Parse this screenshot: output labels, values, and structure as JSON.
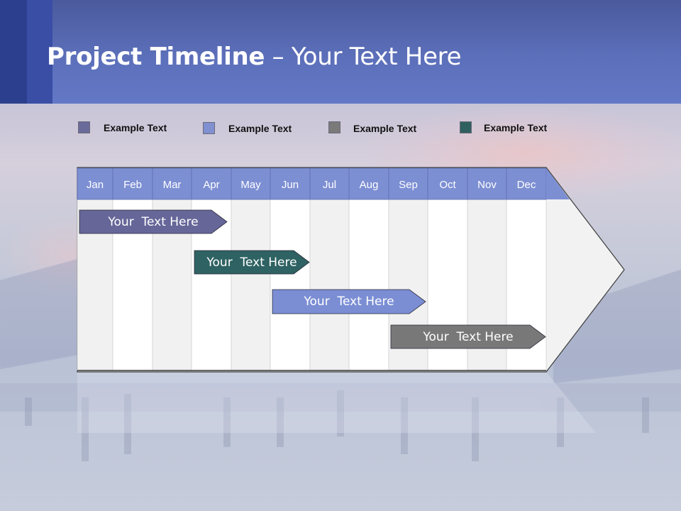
{
  "slide": {
    "title_bold": "Project Timeline",
    "title_rest": " – Your Text Here"
  },
  "legend": [
    {
      "label": "Example Text",
      "color": "#6a6a9a"
    },
    {
      "label": "Example Text",
      "color": "#8090d0"
    },
    {
      "label": "Example Text",
      "color": "#7a7a7a"
    },
    {
      "label": "Example Text",
      "color": "#2f6060"
    }
  ],
  "timeline": {
    "months": [
      "Jan",
      "Feb",
      "Mar",
      "Apr",
      "May",
      "Jun",
      "Jul",
      "Aug",
      "Sep",
      "Oct",
      "Nov",
      "Dec"
    ],
    "header_color": "#7d8fd3",
    "tasks": [
      {
        "label": "Your  Text Here",
        "color": "#666699"
      },
      {
        "label": "Your  Text Here",
        "color": "#2f6262"
      },
      {
        "label": "Your  Text Here",
        "color": "#7b8ed4"
      },
      {
        "label": "Your  Text Here",
        "color": "#787878"
      }
    ]
  }
}
